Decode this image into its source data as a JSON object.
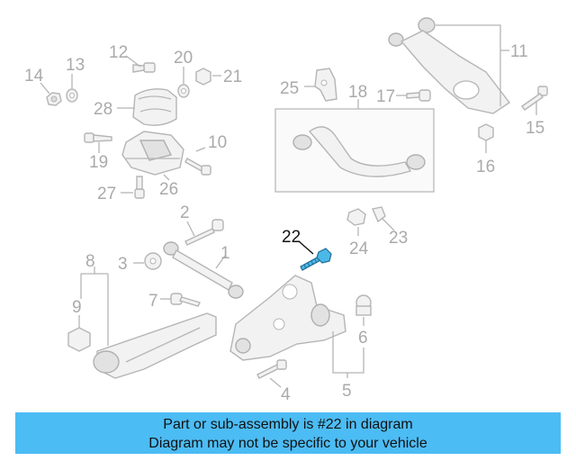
{
  "diagram": {
    "callouts": {
      "c1": "1",
      "c2": "2",
      "c3": "3",
      "c4": "4",
      "c5": "5",
      "c6": "6",
      "c7": "7",
      "c8": "8",
      "c9": "9",
      "c10": "10",
      "c11": "11",
      "c12": "12",
      "c13": "13",
      "c14": "14",
      "c15": "15",
      "c16": "16",
      "c17": "17",
      "c18": "18",
      "c19": "19",
      "c20": "20",
      "c21": "21",
      "c22": "22",
      "c23": "23",
      "c24": "24",
      "c25": "25",
      "c26": "26",
      "c27": "27",
      "c28": "28"
    },
    "highlighted_part": "22",
    "highlight_color": "#4cb8e8"
  },
  "banner": {
    "line1": "Part or sub-assembly is #22 in diagram",
    "line2": "Diagram may not be specific to your vehicle",
    "background": "#4cbcf4"
  }
}
